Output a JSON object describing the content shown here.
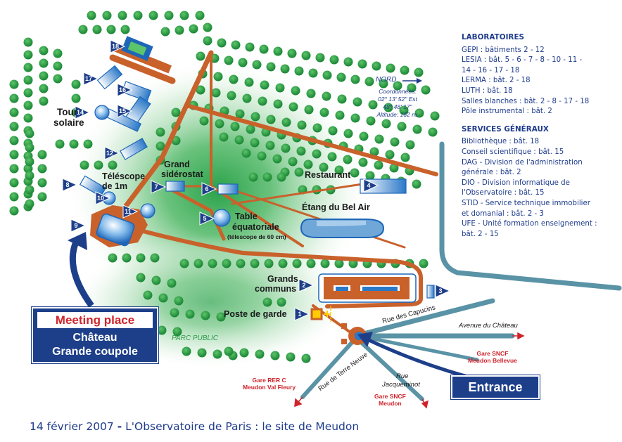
{
  "legend": {
    "labs_title": "LABORATOIRES",
    "labs": [
      "GEPI : bâtiments 2 - 12",
      "LESIA : bât. 5 - 6 - 7 - 8 - 10 - 11 -",
      "14 - 16 - 17 - 18",
      "LERMA : bât. 2 - 18",
      "LUTH : bât. 18",
      "Salles blanches : bât. 2 - 8 - 17 - 18",
      "Pôle instrumental : bât. 2"
    ],
    "services_title": "SERVICES GÉNÉRAUX",
    "services": [
      "Bibliothèque : bât. 18",
      "Conseil scientifique : bât. 15",
      "DAG - Division de l'administration",
      "générale : bât. 2",
      "DIO - Division informatique de",
      "l'Observatoire : bât. 15",
      "STID - Service technique immobilier",
      "et domanial : bât. 2 - 3",
      "UFE - Unité formation enseignement :",
      "bât. 2 - 15"
    ]
  },
  "compass": {
    "north": "NORD",
    "coordinates_label": "Coordonnées:",
    "longitude": "02° 13' 52\" Est",
    "latitude": "48° 48' 17\"",
    "altitude": "Altitude: 162 m."
  },
  "places": {
    "tour_solaire_1": "Tour",
    "tour_solaire_2": "solaire",
    "telescope_1": "Téléscope",
    "telescope_2": "de 1m",
    "grand_siderostat_1": "Grand",
    "grand_siderostat_2": "sidérostat",
    "restaurant": "Restaurant",
    "etang": "Étang du Bel Air",
    "table_1": "Table",
    "table_2": "équatoriale",
    "table_3": "(télescope de 60 cm)",
    "grands_communs_1": "Grands",
    "grands_communs_2": "communs",
    "poste_de_garde": "Poste de garde",
    "parc_public": "PARC PUBLIC"
  },
  "streets": {
    "capucins": "Rue des Capucins",
    "avenue_chateau": "Avenue du Château",
    "terre_neuve": "Rue de Terre Neuve",
    "jacqueminot_1": "Rue",
    "jacqueminot_2": "Jacqueminot"
  },
  "stations": {
    "bellevue_1": "Gare SNCF",
    "bellevue_2": "Meudon Bellevue",
    "val_fleury_1": "Gare RER C",
    "val_fleury_2": "Meudon Val Fleury",
    "meudon_1": "Gare SNCF",
    "meudon_2": "Meudon"
  },
  "buildings": [
    "1",
    "2",
    "3",
    "4",
    "5",
    "6",
    "7",
    "8",
    "9",
    "10",
    "11",
    "12",
    "14",
    "15",
    "16",
    "17",
    "18"
  ],
  "meeting": {
    "title": "Meeting place",
    "line2": "Château",
    "line3": "Grande coupole"
  },
  "entrance": "Entrance",
  "footer": {
    "date": "14 février 2007",
    "sep": "-",
    "title": "L'Observatoire de Paris : le site de Meudon"
  },
  "colors": {
    "tree_green": "#1f9a3a",
    "park_green": "#2aa24a",
    "road_brown": "#c9612b",
    "building_blue": "#2a78c8",
    "marker_navy": "#1d3f8a",
    "label_red": "#d0242b",
    "street_teal": "#5a93a6"
  }
}
